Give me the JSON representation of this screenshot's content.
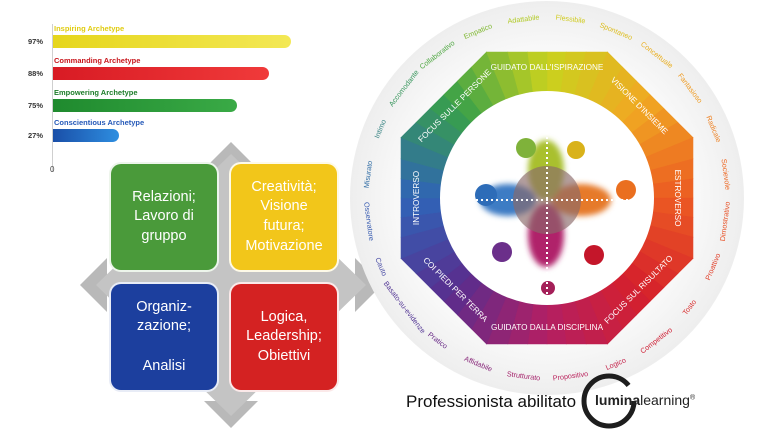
{
  "archetypes": [
    {
      "label": "Inspiring Archetype",
      "pct": "97%",
      "value": 0.97,
      "color": "#e6d61c",
      "color2": "#f3e855",
      "label_color": "#e0cc10"
    },
    {
      "label": "Commanding Archetype",
      "pct": "88%",
      "value": 0.88,
      "color": "#d81b24",
      "color2": "#f03a3a",
      "label_color": "#c8161c"
    },
    {
      "label": "Empowering Archetype",
      "pct": "75%",
      "value": 0.75,
      "color": "#1f8a2e",
      "color2": "#3aaa46",
      "label_color": "#1e7d2a"
    },
    {
      "label": "Conscientious Archetype",
      "pct": "27%",
      "value": 0.27,
      "color": "#1a4fa8",
      "color2": "#2e8ee0",
      "label_color": "#2559b8"
    }
  ],
  "axis_zero": "0",
  "quadrants": [
    {
      "text": "Relazioni;\nLavoro di\ngruppo",
      "bg": "#4a9a3a",
      "fg": "#ffffff"
    },
    {
      "text": "Creatività;\nVisione\nfutura;\nMotivazione",
      "bg": "#f2c61a",
      "fg": "#ffffff"
    },
    {
      "text": "Organiz-\nzazione;\n\nAnalisi",
      "bg": "#1c3f9e",
      "fg": "#ffffff"
    },
    {
      "text": "Logica,\nLeadership;\nObiettivi",
      "bg": "#d42222",
      "fg": "#ffffff"
    }
  ],
  "wheel": {
    "inner_labels": [
      "GUIDATO DALL'ISPIRAZIONE",
      "VISIONE D'INSIEME",
      "ESTROVERSO",
      "FOCUS SUL RISULTATO",
      "GUIDATO DALLA DISCIPLINA",
      "COI PIEDI PER TERRA",
      "INTROVERSO",
      "FOCUS SULLE PERSONE"
    ],
    "outer_labels": [
      "Flessibile",
      "Spontaneo",
      "Concettuale",
      "Fantasioso",
      "Radicale",
      "Socievole",
      "Dimostrativo",
      "Proattivo",
      "Tosto",
      "Competitivo",
      "Logico",
      "Propositivo",
      "Strutturato",
      "Affidabile",
      "Pratico",
      "Basato-su-evidenze",
      "Cauto",
      "Osservatore",
      "Misurato",
      "Intimo",
      "Accomodante",
      "Collaborativo",
      "Empatico",
      "Adattabile"
    ]
  },
  "certification": "Professionista abilitato",
  "logo": {
    "part1": "lumina",
    "part2": "learning",
    "mark": "®"
  }
}
